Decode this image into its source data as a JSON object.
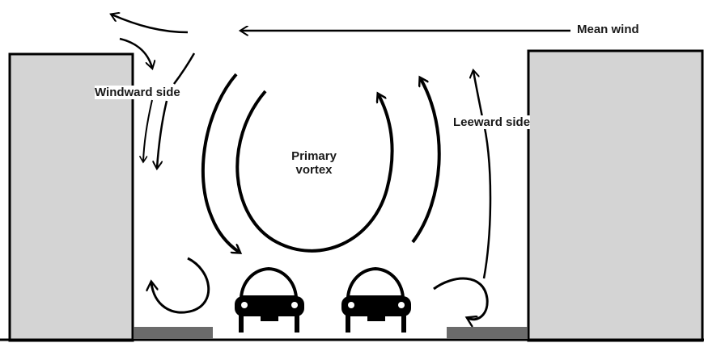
{
  "labels": {
    "mean_wind": "Mean wind",
    "windward_side": "Windward side",
    "leeward_side": "Leeward side",
    "primary_vortex_line1": "Primary",
    "primary_vortex_line2": "vortex"
  },
  "colors": {
    "building_fill": "#d4d4d4",
    "stroke": "#000000",
    "sidewalk": "#6b6b6b",
    "background": "#ffffff"
  },
  "icons": [
    "car-icon",
    "arrow-icon"
  ]
}
